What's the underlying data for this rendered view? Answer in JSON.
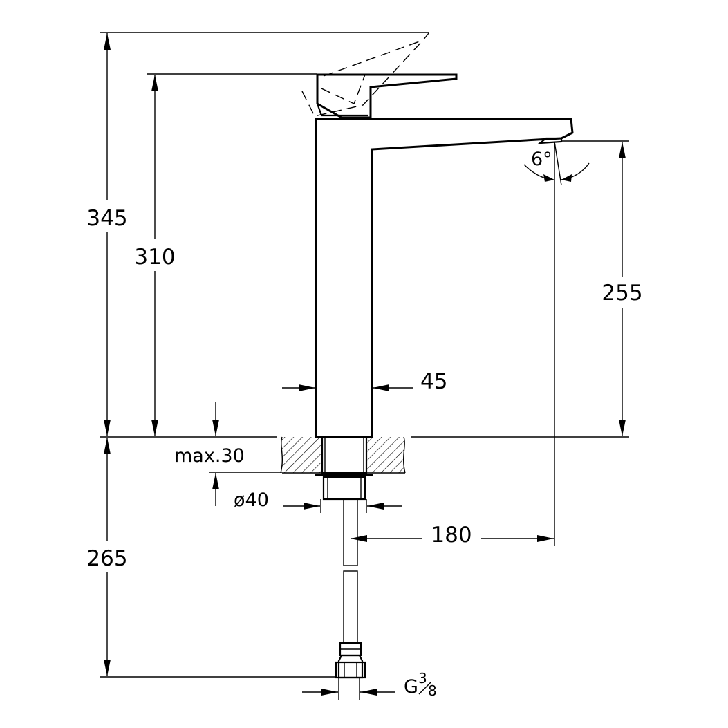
{
  "dimensions": {
    "total_height": "345",
    "body_height": "310",
    "spout_height": "255",
    "body_width": "45",
    "max_thickness": "max.30",
    "hole_diameter": "ø40",
    "spout_reach": "180",
    "hose_length": "265",
    "connection_label": "G",
    "connection_num": "3",
    "connection_den": "8",
    "spout_angle": "6°"
  }
}
